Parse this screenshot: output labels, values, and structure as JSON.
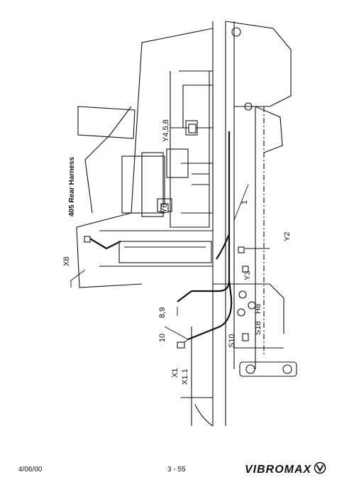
{
  "diagram": {
    "title": "405 Rear Harness",
    "labels": {
      "y458": "Y4,5,8",
      "y6": "Y6",
      "x8": "X8",
      "y2": "Y2",
      "y3": "Y3",
      "h8": "H8",
      "s18": "S18",
      "s10": "S10",
      "l89": "8,9",
      "l10": "10",
      "x1": "X1",
      "x11": "X1.1",
      "l1": "1"
    }
  },
  "footer": {
    "date": "4/06/00",
    "page": "3 - 55",
    "brand": "VIBROMAX",
    "logo_icon": "vibromax-v-logo"
  }
}
